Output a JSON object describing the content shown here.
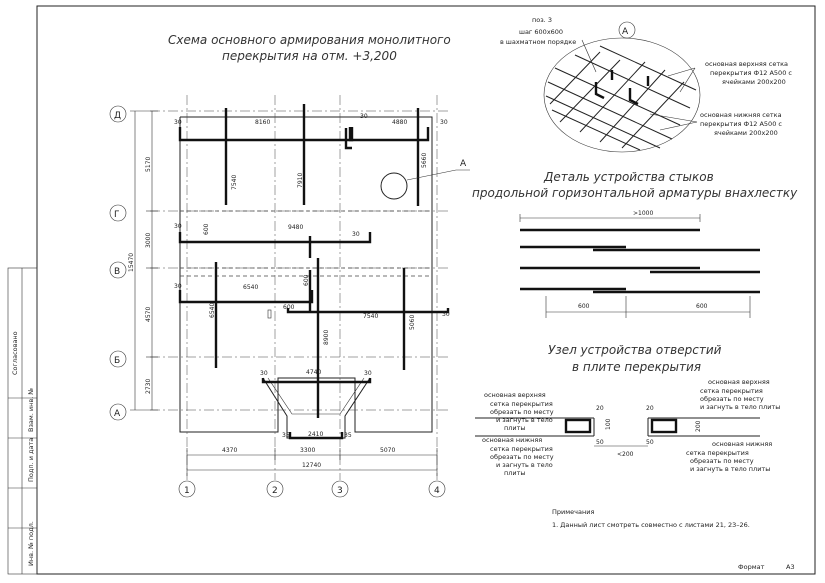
{
  "plan": {
    "title_line1": "Схема основного армирования монолитного",
    "title_line2": "перекрытия на отм. +3,200",
    "axes_rows": [
      "Д",
      "Г",
      "В",
      "Б",
      "А"
    ],
    "axes_cols": [
      "1",
      "2",
      "3",
      "4"
    ],
    "row_dims": [
      "5170",
      "3000",
      "4570",
      "2730"
    ],
    "row_total": "15470",
    "col_dims": [
      "4370",
      "3300",
      "5070"
    ],
    "col_total": "12740",
    "callout": "А",
    "bar_labels": {
      "b8160": "8160",
      "b4880": "4880",
      "b7540": "7540",
      "b7910": "7910",
      "b5660": "5660",
      "b9480": "9480",
      "b600a": "600",
      "b6540": "6540",
      "b600b": "600",
      "b6540v": "6540",
      "b600c": "600",
      "b7540h": "7540",
      "b8900": "8900",
      "b5060": "5060",
      "b4740": "4740",
      "b2410": "2410",
      "b30": "30",
      "b35": "35"
    }
  },
  "detail_a": {
    "bubble": "А",
    "pos_line1": "поз. 3",
    "pos_line2": "шаг 600х600",
    "pos_line3": "в шахматном порядке",
    "top_mesh_1": "основная верхняя сетка",
    "top_mesh_2": "перекрытия Ф12 А500 с",
    "top_mesh_3": "ячейками 200х200",
    "bot_mesh_1": "основная нижняя сетка",
    "bot_mesh_2": "перекрытия Ф12 А500 с",
    "bot_mesh_3": "ячейками 200х200"
  },
  "lap": {
    "title_line1": "Деталь устройства стыков",
    "title_line2": "продольной горизонтальной арматуры внахлестку",
    "dim_top": ">1000",
    "dim_left": "600",
    "dim_right": "600"
  },
  "opening": {
    "title_line1": "Узел устройства отверстий",
    "title_line2": "в плите перекрытия",
    "left_top_1": "основная верхняя",
    "left_top_2": "сетка перекрытия",
    "left_top_3": "обрезать по месту",
    "left_top_4": "и загнуть в тело",
    "left_top_5": "плиты",
    "left_bot_1": "основная нижняя",
    "left_bot_2": "сетка перекрытия",
    "left_bot_3": "обрезать по месту",
    "left_bot_4": "и загнуть в тело",
    "left_bot_5": "плиты",
    "right_top_1": "основная верхняя",
    "right_top_2": "сетка перекрытия",
    "right_top_3": "обрезать по месту",
    "right_top_4": "и загнуть в тело плиты",
    "right_bot_1": "основная нижняя",
    "right_bot_2": "сетка перекрытия",
    "right_bot_3": "обрезать по месту",
    "right_bot_4": "и загнуть в тело плиты",
    "d20a": "20",
    "d20b": "20",
    "d100": "100",
    "d200": "200",
    "d50a": "50",
    "d50b": "50",
    "d200w": "<200"
  },
  "notes": {
    "heading": "Примечания",
    "line1": "1. Данный лист смотреть совместно с листами 21, 23–26."
  },
  "stamp": {
    "soglasovano": "Согласовано",
    "vzam": "Взам. инв. №",
    "podp": "Подп. и дата",
    "inv": "Инв. № подл."
  },
  "footer": {
    "format_label": "Формат",
    "format_value": "А3"
  }
}
